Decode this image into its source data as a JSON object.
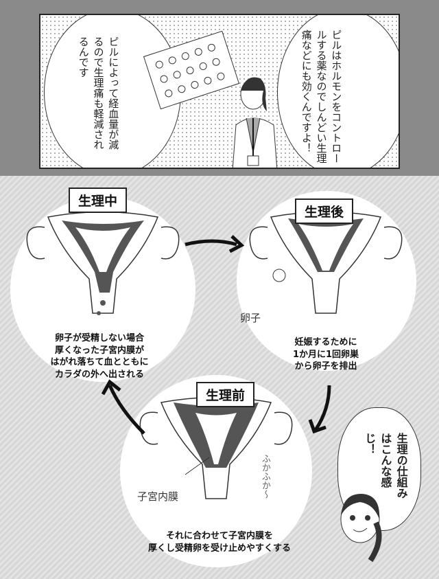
{
  "top_panel": {
    "bubble_right": "ピルはホルモンをコントロールする薬なのでしんどい生理痛などにも効くんですよ！",
    "bubble_left": "ピルによって経血量が減るので生理痛も軽減されるんです"
  },
  "cycle": {
    "during": {
      "label": "生理中",
      "caption": "卵子が受精しない場合\n厚くなった子宮内膜が\nはがれ落ちて血とともに\nカラダの外へ出される"
    },
    "after": {
      "label": "生理後",
      "caption": "妊娠するために\n1か月に1回卵巣\nから卵子を排出",
      "annotation": "卵子"
    },
    "before": {
      "label": "生理前",
      "caption": "それに合わせて子宮内膜を\n厚くし受精卵を受け止めやすくする",
      "annotation": "子宮内膜",
      "sfx": "ふかふか〜"
    }
  },
  "narrator_bubble": "生理の仕組みはこんな感じ！",
  "colors": {
    "frame_gray": "#8a8a8a",
    "endometrium": "#555555"
  }
}
